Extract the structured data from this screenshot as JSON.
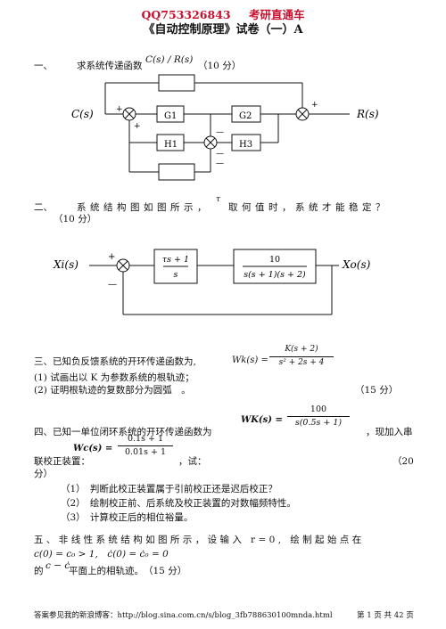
{
  "header": {
    "qq": "QQ753326843",
    "brand": "考研直通车"
  },
  "title": "《自动控制原理》试卷（一）A",
  "q1": {
    "num": "一、",
    "text": "求系统传递函数",
    "formula": "C(s) / R(s)",
    "score": "（10 分）",
    "diagram": {
      "output": "C(s)",
      "input": "R(s)",
      "blocks": [
        "G1",
        "G2",
        "H1",
        "H3"
      ],
      "signs": [
        "+",
        "+",
        "+",
        "—",
        "—",
        "—"
      ]
    }
  },
  "q2": {
    "num": "二、",
    "text": "系统结构图如图所示，",
    "tau": "τ",
    "text2": "取何值时，系统才能稳定？",
    "score": "（10 分）",
    "diagram": {
      "input": "Xi(s)",
      "output": "Xo(s)",
      "block1_num": "τs + 1",
      "block1_den": "s",
      "block2_num": "10",
      "block2_den": "s(s + 1)(s + 2)",
      "plus": "+",
      "minus": "—"
    }
  },
  "q3": {
    "text": "三、已知负反馈系统的开环传递函数为,",
    "tf_lhs": "Wk(s) =",
    "tf_num": "K(s + 2)",
    "tf_den": "s² + 2s + 4",
    "items": [
      "(1) 试画出以 K 为参数系统的根轨迹；",
      "(2) 证明根轨迹的复数部分为圆弧　。"
    ],
    "score": "（15 分）"
  },
  "q4": {
    "text": "四、已知一单位闭环系统的开环传递函数为",
    "wk_lhs": "WK(s) =",
    "wk_num": "100",
    "wk_den": "s(0.5s + 1)",
    "text2": "，现加入串",
    "text3": "联校正装置：",
    "wc_lhs": "Wc(s) =",
    "wc_num": "0.1s + 1",
    "wc_den": "0.01s + 1",
    "text4": "，试：",
    "score_a": "（20",
    "score_b": "分）",
    "items": [
      "（1）　判断此校正装置属于引前校正还是迟后校正？",
      "（2）　绘制校正前、后系统及校正装置的对数幅频特性。",
      "（3）　计算校正后的相位裕量。"
    ]
  },
  "q5": {
    "text": "五、非线性系统结构如图所示，设输入 r=0, 绘制起始点在",
    "cond": "c(0) = c₀ > 1,　ċ(0) = ċ₀ = 0",
    "text2a": "的",
    "text2b": "c − ċ",
    "text2c": "平面上的相轨迹。　（15 分）"
  },
  "footer": {
    "left": "答案参见我的新浪博客：http://blog.sina.com.cn/s/blog_3fb788630100mnda.html",
    "right": "第 1 页 共 42 页"
  }
}
